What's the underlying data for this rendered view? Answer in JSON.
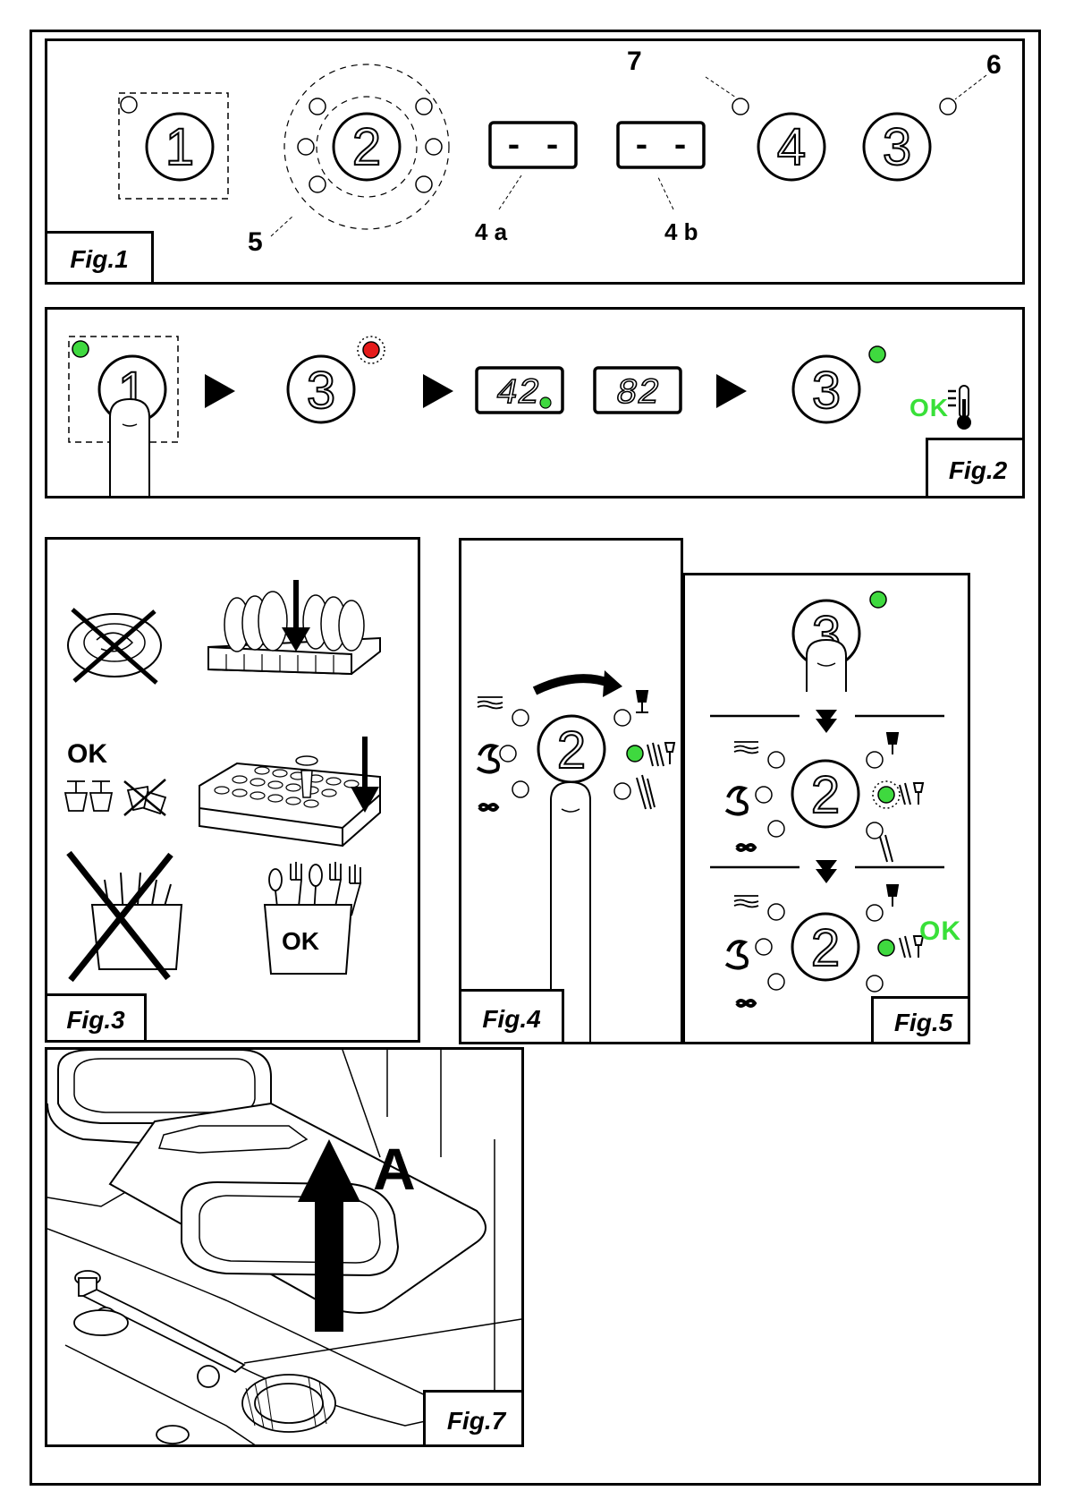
{
  "figures": {
    "fig1": {
      "label": "Fig.1",
      "buttons": [
        "1",
        "2",
        "4",
        "3"
      ],
      "displays": [
        "- -",
        "- -"
      ],
      "callouts": {
        "c7": "7",
        "c6": "6",
        "c5": "5",
        "c4a": "4 a",
        "c4b": "4 b"
      }
    },
    "fig2": {
      "label": "Fig.2",
      "buttons": [
        "1",
        "3",
        "3"
      ],
      "display_a": "42",
      "display_b": "82",
      "ok": "OK"
    },
    "fig3": {
      "label": "Fig.3",
      "ok_glasses": "OK",
      "ok_cutlery": "OK"
    },
    "fig4": {
      "label": "Fig.4",
      "button": "2"
    },
    "fig5": {
      "label": "Fig.5",
      "buttons": [
        "3",
        "2",
        "2"
      ],
      "ok": "OK"
    },
    "fig7": {
      "label": "Fig.7",
      "arrow_label": "A"
    }
  },
  "colors": {
    "green_led": "#3fd93f",
    "red_led": "#e51b1b",
    "ok_green": "#39e039"
  }
}
